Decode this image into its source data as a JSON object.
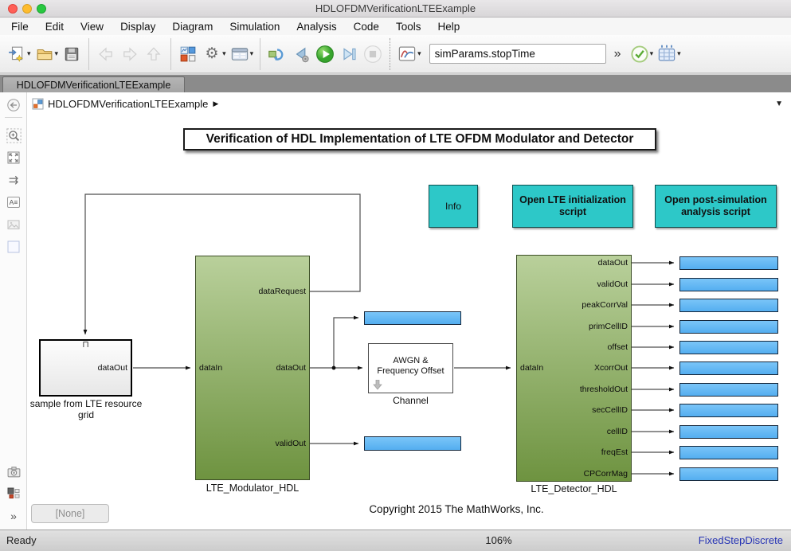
{
  "window": {
    "title": "HDLOFDMVerificationLTEExample"
  },
  "menu": {
    "items": [
      "File",
      "Edit",
      "View",
      "Display",
      "Diagram",
      "Simulation",
      "Analysis",
      "Code",
      "Tools",
      "Help"
    ]
  },
  "toolbar": {
    "sim_time_value": "simParams.stopTime"
  },
  "tabs": {
    "active": "HDLOFDMVerificationLTEExample"
  },
  "breadcrumb": {
    "path": "HDLOFDMVerificationLTEExample"
  },
  "glyphs": {
    "dropdown": "▾",
    "overflow": "»",
    "crumb_sep": "▶",
    "bar_dropdown": "▼",
    "trigger": "⊓",
    "route": "⇉",
    "gear": "⚙",
    "annotation": "A≡",
    "more": "»"
  },
  "canvas": {
    "title_annotation": "Verification of HDL Implementation of LTE OFDM Modulator and Detector",
    "info_block": "Info",
    "init_script_block": "Open LTE initialization script",
    "post_sim_block": "Open post-simulation analysis script",
    "source": {
      "name": "sample from LTE resource grid",
      "port_out": "dataOut"
    },
    "modulator": {
      "name": "LTE_Modulator_HDL",
      "port_in": "dataIn",
      "ports_out": [
        "dataRequest",
        "dataOut",
        "validOut"
      ]
    },
    "channel": {
      "label": "AWGN & Frequency Offset",
      "label_line1": "AWGN &",
      "label_line2": "Frequency Offset",
      "name": "Channel"
    },
    "detector": {
      "name": "LTE_Detector_HDL",
      "port_in": "dataIn",
      "ports_out": [
        "dataOut",
        "validOut",
        "peakCorrVal",
        "primCellID",
        "offset",
        "XcorrOut",
        "thresholdOut",
        "secCellID",
        "cellID",
        "freqEst",
        "CPCorrMag"
      ]
    },
    "copyright": "Copyright 2015 The MathWorks, Inc.",
    "legend_button": "[None]"
  },
  "statusbar": {
    "left": "Ready",
    "zoom": "106%",
    "solver": "FixedStepDiscrete"
  },
  "colors": {
    "teal_block": "#2dc8c8",
    "block_green_top": "#b9d09b",
    "block_green_bottom": "#6e9340",
    "scope_blue": "#5cb8f5",
    "solver_link": "#2533b4",
    "traffic_red": "#ff5f57",
    "traffic_yellow": "#febc2e",
    "traffic_green": "#28c840"
  }
}
